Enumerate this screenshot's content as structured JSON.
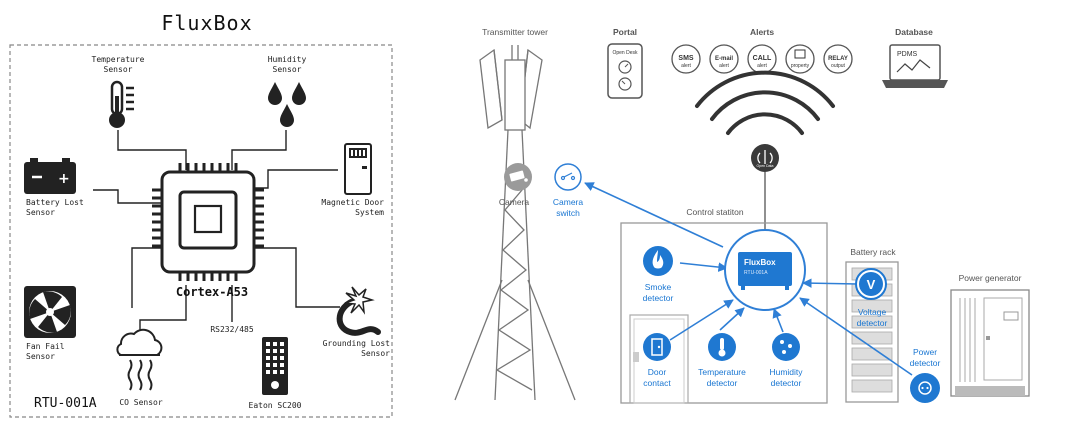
{
  "left": {
    "title": "FluxBox",
    "chip_label": "Cortex-A53",
    "model": "RTU-001A",
    "sensors": {
      "temperature": [
        "Temperature",
        "Sensor"
      ],
      "humidity": [
        "Humidity",
        "Sensor"
      ],
      "battery": [
        "Battery Lost",
        "Sensor"
      ],
      "door": [
        "Magnetic Door",
        "System"
      ],
      "fan": [
        "Fan Fail",
        "Sensor"
      ],
      "grounding": [
        "Grounding Lost",
        "Sensor"
      ],
      "co": "CO Sensor",
      "eaton": "Eaton SC200",
      "rs": "RS232/485"
    }
  },
  "right": {
    "tower": "Transmitter tower",
    "portal": "Portal",
    "alerts": "Alerts",
    "database": "Database",
    "db_screen": "PDMS",
    "portal_screen": "Open Desk",
    "alert_icons": [
      {
        "big": "SMS",
        "small": "alert"
      },
      {
        "big": "E-mail",
        "small": "alert"
      },
      {
        "big": "CALL",
        "small": "alert"
      },
      {
        "big": "",
        "small": "property"
      },
      {
        "big": "RELAY",
        "small": "output"
      }
    ],
    "antenna_label": "Open Data",
    "camera": "Camera",
    "camera_switch": [
      "Camera",
      "switch"
    ],
    "control_station": "Control statiton",
    "battery_rack": "Battery rack",
    "power_generator": "Power generator",
    "hub": {
      "name": "FluxBox",
      "model": "RTU-001A"
    },
    "detectors": {
      "smoke": [
        "Smoke",
        "detector"
      ],
      "voltage": [
        "Voltage",
        "detector"
      ],
      "voltage_symbol": "V",
      "door": [
        "Door",
        "contact"
      ],
      "temperature": [
        "Temperature",
        "detector"
      ],
      "humidity": [
        "Humidity",
        "detector"
      ],
      "power": [
        "Power",
        "detector"
      ]
    }
  },
  "colors": {
    "accent": "#2f7fd6",
    "hub": "#1f78d1",
    "label_blue": "#1976d2",
    "grey": "#666666"
  }
}
